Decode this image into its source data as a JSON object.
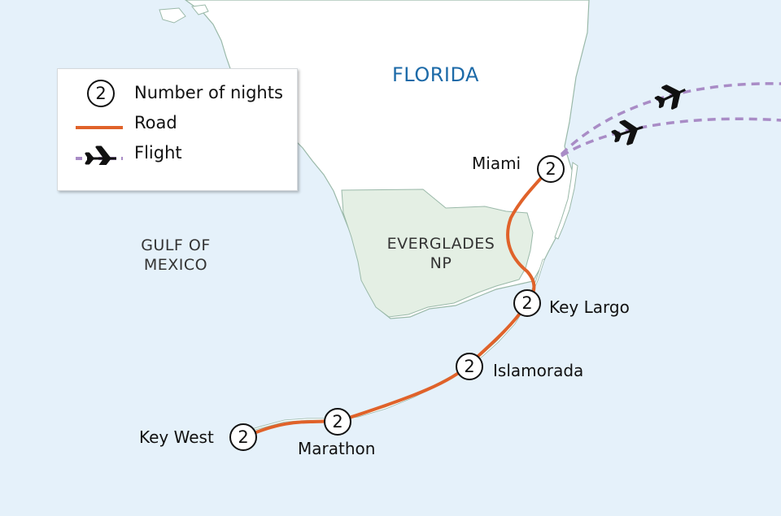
{
  "colors": {
    "sea": "#e5f1fa",
    "land": "#ffffff",
    "coastline": "#9ab9a9",
    "park": "#e4efe4",
    "road": "#e0622a",
    "flight": "#a98cc6",
    "state_label": "#1c6aa8"
  },
  "legend": {
    "nights": {
      "icon_value": "2",
      "label": "Number of nights"
    },
    "road": {
      "label": "Road"
    },
    "flight": {
      "label": "Flight",
      "icon": "airplane-icon"
    }
  },
  "regions": {
    "state": "FLORIDA",
    "gulf": [
      "GULF OF",
      "MEXICO"
    ],
    "park": [
      "EVERGLADES",
      "NP"
    ]
  },
  "stops": [
    {
      "name": "Miami",
      "nights": "2"
    },
    {
      "name": "Key Largo",
      "nights": "2"
    },
    {
      "name": "Islamorada",
      "nights": "2"
    },
    {
      "name": "Marathon",
      "nights": "2"
    },
    {
      "name": "Key West",
      "nights": "2"
    }
  ]
}
